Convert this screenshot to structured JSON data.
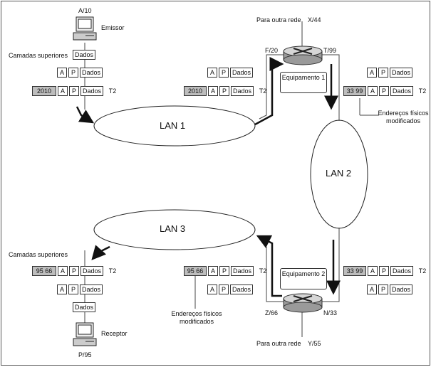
{
  "sender": {
    "address": "A/10",
    "label": "Emissor"
  },
  "receiver": {
    "address": "P/95",
    "label": "Receptor"
  },
  "upper_layers_label": "Camadas superiores",
  "fields": {
    "a": "A",
    "p": "P",
    "data": "Dados",
    "trailer": "T2"
  },
  "phys": {
    "s_lan1": "2010",
    "s_lan2": "33 99",
    "s_lan3": "95 66"
  },
  "networks": {
    "lan1": "LAN 1",
    "lan2": "LAN 2",
    "lan3": "LAN 3"
  },
  "router1": {
    "label": "Equipamento 1",
    "top_label": "Para outra rede",
    "top_addr": "X/44",
    "left_port": "F/20",
    "right_port": "T/99"
  },
  "router2": {
    "label": "Equipamento 2",
    "bottom_label": "Para outra rede",
    "bottom_addr": "Y/55",
    "left_port": "Z/66",
    "right_port": "N/33"
  },
  "note_modified": "Endereços físicos modificados"
}
